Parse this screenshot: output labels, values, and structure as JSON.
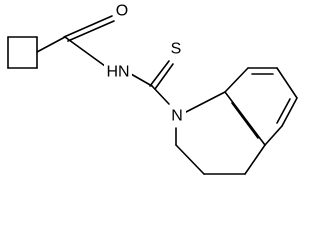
{
  "molecule": {
    "atoms": {
      "oxygen": "O",
      "nitrogen_amide": "HN",
      "sulfur": "S",
      "nitrogen_ring": "N"
    },
    "colors": {
      "bond": "#000000",
      "background": "#ffffff"
    }
  }
}
